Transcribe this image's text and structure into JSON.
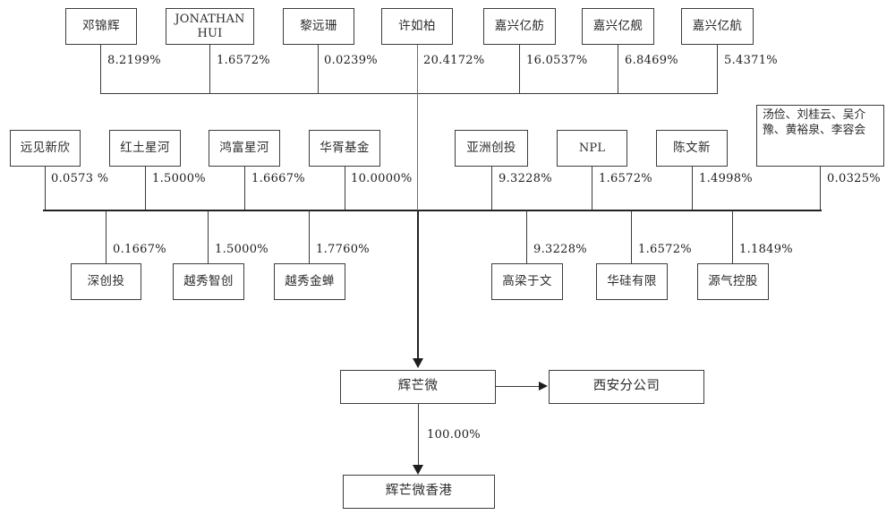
{
  "diagram": {
    "title": "Shareholding structure chart",
    "tier1": {
      "nodes": [
        {
          "label": "邓锦辉",
          "pct": "8.2199%"
        },
        {
          "label": "JONATHAN HUI",
          "pct": "1.6572%"
        },
        {
          "label": "黎远珊",
          "pct": "0.0239%"
        },
        {
          "label": "许如柏",
          "pct": "20.4172%"
        },
        {
          "label": "嘉兴亿舫",
          "pct": "16.0537%"
        },
        {
          "label": "嘉兴亿舰",
          "pct": "6.8469%"
        },
        {
          "label": "嘉兴亿航",
          "pct": "5.4371%"
        }
      ]
    },
    "tier2": {
      "nodes": [
        {
          "label": "远见新欣",
          "pct": "0.0573 %"
        },
        {
          "label": "红土星河",
          "pct": "1.5000%"
        },
        {
          "label": "鸿富星河",
          "pct": "1.6667%"
        },
        {
          "label": "华胥基金",
          "pct": "10.0000%"
        },
        {
          "label": "亚洲创投",
          "pct": "9.3228%"
        },
        {
          "label": "NPL",
          "pct": "1.6572%"
        },
        {
          "label": "陈文新",
          "pct": "1.4998%"
        },
        {
          "label": "汤俭、刘桂云、吴介豫、黄裕泉、李容会",
          "pct": "0.0325%"
        }
      ]
    },
    "tier3": {
      "nodes": [
        {
          "label": "深创投",
          "pct": "0.1667%"
        },
        {
          "label": "越秀智创",
          "pct": "1.5000%"
        },
        {
          "label": "越秀金蝉",
          "pct": "1.7760%"
        },
        {
          "label": "高梁于文",
          "pct": "9.3228%"
        },
        {
          "label": "华硅有限",
          "pct": "1.6572%"
        },
        {
          "label": "源气控股",
          "pct": "1.1849%"
        }
      ]
    },
    "company": {
      "main": "辉芒微",
      "branch": "西安分公司",
      "subsidiary": "辉芒微香港",
      "subsidiary_pct": "100.00%"
    },
    "colors": {
      "line": "#3a3a3a",
      "box_border": "#3d3d3d",
      "text": "#2b2b2b",
      "background": "#ffffff"
    }
  }
}
